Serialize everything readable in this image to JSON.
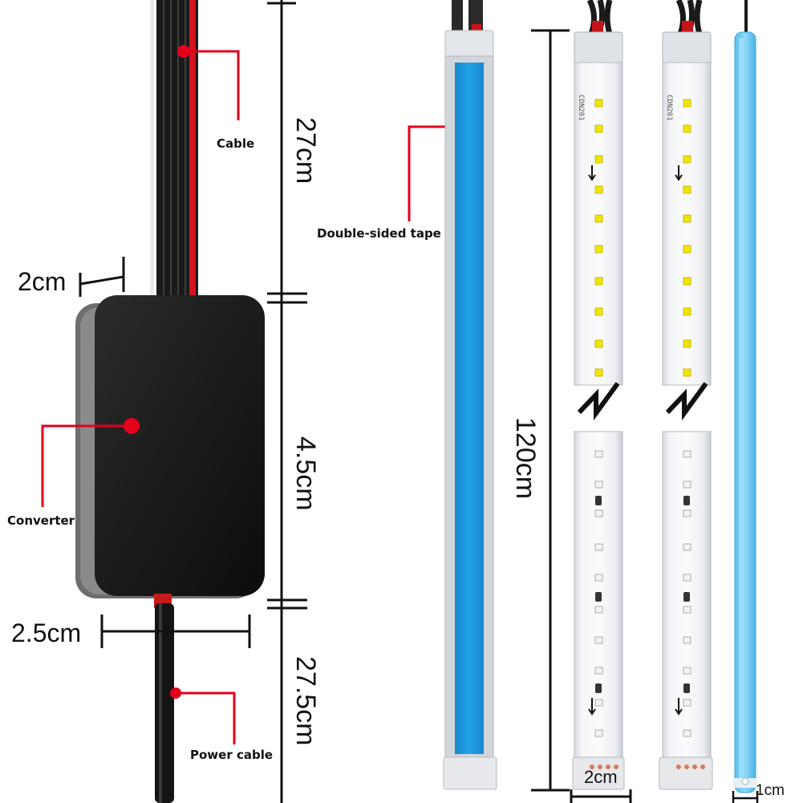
{
  "labels": {
    "cable": "Cable",
    "converter": "Converter",
    "power_cable": "Power cable",
    "double_sided_tape": "Double-sided tape"
  },
  "dimensions": {
    "cable_length": "27cm",
    "converter_length": "4.5cm",
    "power_cable_length": "27.5cm",
    "cable_width": "2cm",
    "converter_width": "2.5cm",
    "strip_length": "120cm",
    "strip_width": "2cm",
    "thin_strip_width": "1cm"
  },
  "strip_print": {
    "model": "CDN201"
  },
  "colors": {
    "tape_blue": "#1e9be3",
    "marker_red": "#e3001b",
    "converter_black": "#151515",
    "led_yellow": "#f2e600"
  }
}
